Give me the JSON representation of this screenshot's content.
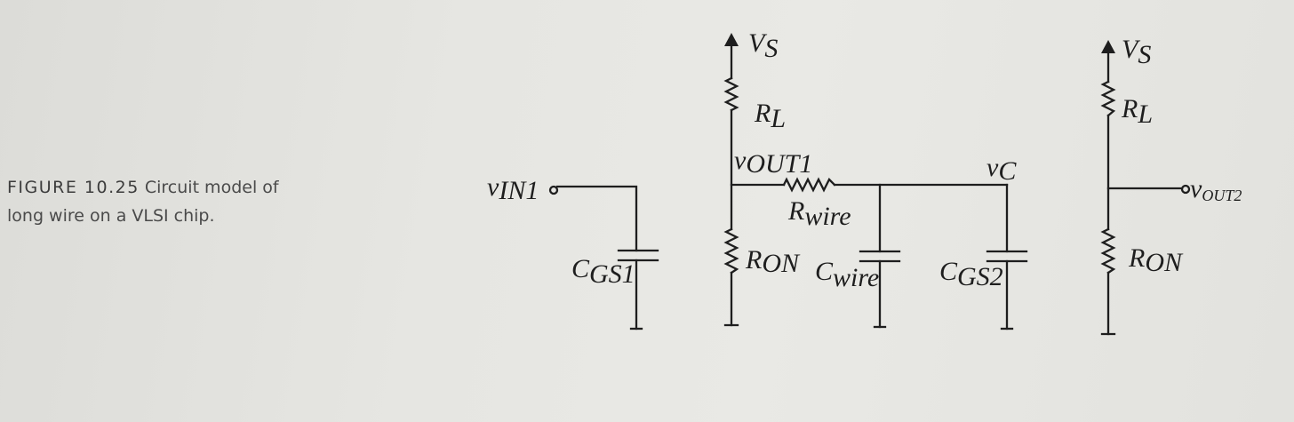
{
  "caption": {
    "figure_number": "FIGURE 10.25",
    "line1_text": "Circuit model of",
    "line2_text": "long wire on a VLSI chip."
  },
  "labels": {
    "vs_left_main": "V",
    "vs_left_sub": "S",
    "rl_left_main": "R",
    "rl_left_sub": "L",
    "vout1_main": "v",
    "vout1_sub": "OUT1",
    "vin1_main": "v",
    "vin1_sub": "IN1",
    "cgs1_main": "C",
    "cgs1_sub": "GS1",
    "ron_left_main": "R",
    "ron_left_sub": "ON",
    "rwire_main": "R",
    "rwire_sub": "wire",
    "cwire_main": "C",
    "cwire_sub": "wire",
    "vc_main": "v",
    "vc_sub": "C",
    "cgs2_main": "C",
    "cgs2_sub": "GS2",
    "vs_right_main": "V",
    "vs_right_sub": "S",
    "rl_right_main": "R",
    "rl_right_sub": "L",
    "vout2_main": "v",
    "vout2_sub": "OUT2",
    "ron_right_main": "R",
    "ron_right_sub": "ON"
  },
  "colors": {
    "ink": "#1e1e1e",
    "caption": "#4a4a4a",
    "paper": "#e6e6e2"
  }
}
